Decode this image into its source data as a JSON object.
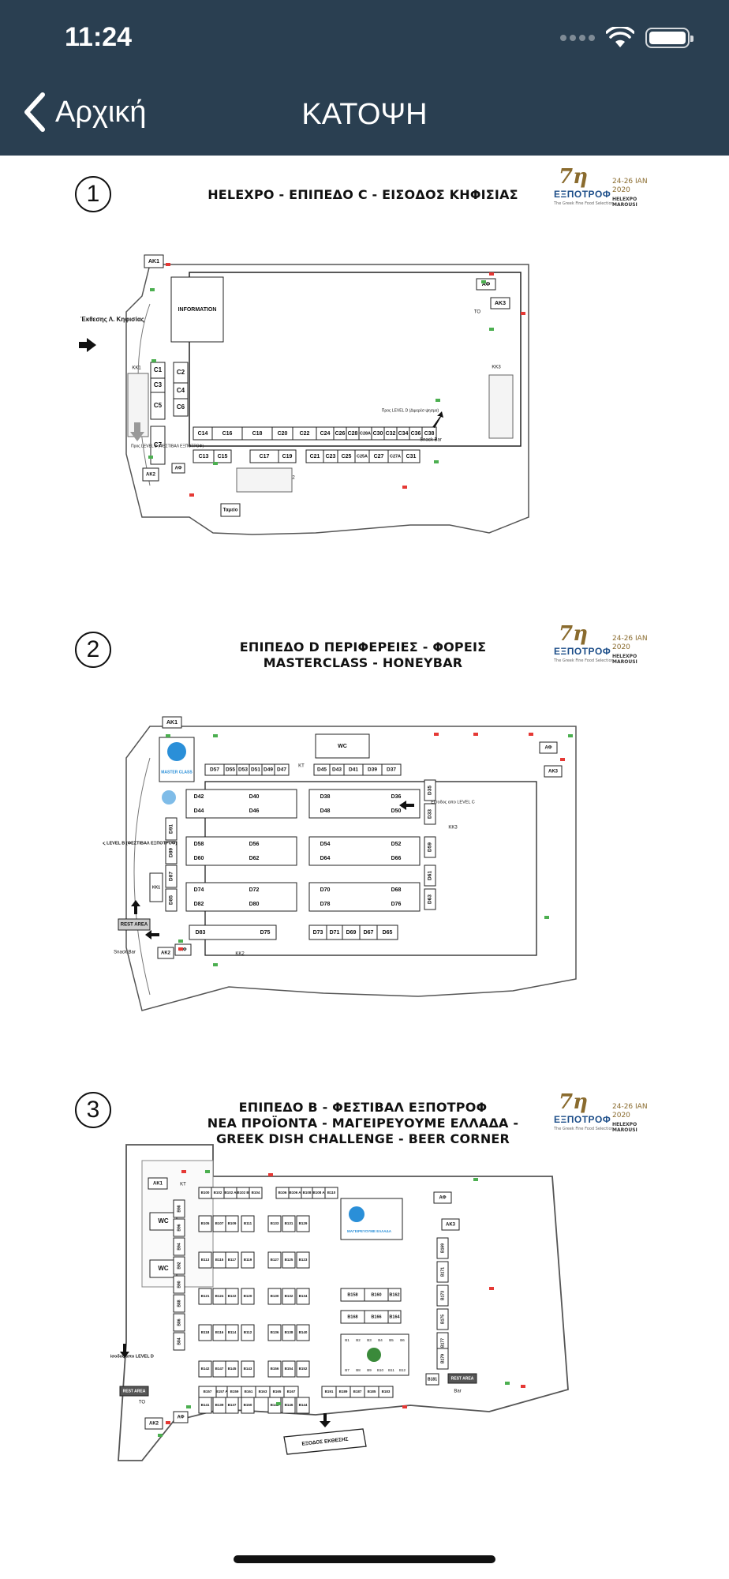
{
  "status": {
    "time": "11:24"
  },
  "nav": {
    "back_label": "Αρχική",
    "title": "ΚΑΤΟΨΗ"
  },
  "logo": {
    "number": "7η",
    "name": "ΕΞΠΟΤΡΟΦ",
    "tagline": "The Greek Fine Food Selection",
    "dates": "24-26 ΙΑΝ 2020",
    "place": "HELEXPO MAROUSI"
  },
  "sections": [
    {
      "number": "1",
      "heading_line1": "HELEXPO - ΕΠΙΠΕΔΟ C - ΕΙΣΟΔΟΣ ΚΗΦΙΣΙΑΣ",
      "heading_line2": "",
      "labels": {
        "entrance": "Είσοδος Έκθεσης Λ. Κηφισίας",
        "information": "INFORMATION",
        "to_level_d": "Προς LEVEL D (Διμερέσ ψησμα)",
        "snack_bar": "Snack Bar",
        "to_level_b": "Προς LEVEL B (ΦΕΣΤΙΒΑΛ ΕΞΠΟΤΡΟΦ)",
        "tameio": "Ταμείο",
        "ak1": "AK1",
        "ak2": "AK2",
        "ak3": "AK3",
        "kk1": "KK1",
        "kk2": "KK2",
        "kk3": "KK3",
        "af": "ΑΦ",
        "to": "ΤΟ"
      },
      "booths_left": [
        "C1",
        "C2",
        "C3",
        "C4",
        "C5",
        "C6",
        "C7"
      ],
      "booths_row1": [
        "C14",
        "C16",
        "C18",
        "C20",
        "C22",
        "C24",
        "C26",
        "C28",
        "C28A",
        "C30",
        "C32",
        "C34",
        "C36",
        "C38"
      ],
      "booths_row2": [
        "C13",
        "C15",
        "C17",
        "C19",
        "C21",
        "C23",
        "C25",
        "C25A",
        "C27",
        "C27A",
        "C31"
      ]
    },
    {
      "number": "2",
      "heading_line1": "ΕΠΙΠΕΔΟ D  ΠΕΡΙΦΕΡΕΙΕΣ - ΦΟΡΕΙΣ",
      "heading_line2": "MASTERCLASS - HONEYBAR",
      "labels": {
        "masterclass": "MASTER CLASS",
        "wc": "WC",
        "entrance_c": "Είσοδος απο LEVEL C",
        "to_level_b": "Προς LEVEL B (ΦΕΣΤΙΒΑΛ ΕΞΠΟΤΡΟΦ)",
        "rest_area": "REST AREA",
        "snack_bar": "Snack Bar",
        "ak1": "AK1",
        "ak2": "AK2",
        "ak3": "AK3",
        "kk1": "KK1",
        "kk2": "KK2",
        "kk3": "KK3",
        "af": "ΑΦ",
        "kt": "KT"
      },
      "booths_top": [
        "D57",
        "D55",
        "D53",
        "D51",
        "D49",
        "D47",
        "D45",
        "D43",
        "D41",
        "D39",
        "D37"
      ],
      "booths_grid": [
        "D42",
        "D40",
        "D38",
        "D36",
        "D44",
        "D46",
        "D48",
        "D50",
        "D58",
        "D56",
        "D54",
        "D52",
        "D60",
        "D62",
        "D64",
        "D66",
        "D74",
        "D72",
        "D70",
        "D68",
        "D82",
        "D80",
        "D78",
        "D76"
      ],
      "booths_left": [
        "D91",
        "D89",
        "D87",
        "D85"
      ],
      "booths_right": [
        "D35",
        "D33",
        "D59",
        "D61",
        "D63"
      ],
      "booths_bottom": [
        "D83",
        "D75",
        "D73",
        "D71",
        "D69",
        "D67",
        "D65"
      ]
    },
    {
      "number": "3",
      "heading_line1": "ΕΠΙΠΕΔΟ B - ΦΕΣΤΙΒΑΛ ΕΞΠΟΤΡΟΦ",
      "heading_line2": "ΝΕΑ ΠΡΟΪΟΝΤΑ - ΜΑΓΕΙΡΕΥΟΥΜΕ ΕΛΛΑΔΑ -",
      "heading_line3": "GREEK DISH CHALLENGE - BEER CORNER",
      "labels": {
        "wc1": "WC",
        "wc2": "WC",
        "mageirevoume": "ΜΑΓΕΙΡΕΥΟΥΜΕ ΕΛΛΑΔΑ",
        "entrance_d": "Είσοδος απο LEVEL D",
        "rest_area_left": "REST AREA",
        "rest_area_right": "REST AREA",
        "exodos": "ΕΞΟΔΟΣ ΕΚΘΕΣΗΣ",
        "bar": "Bar",
        "ak1": "AK1",
        "ak2": "AK2",
        "ak3": "AK3",
        "af": "ΑΦ",
        "to": "ΤΟ",
        "kt": "KT"
      },
      "booths_top": [
        "B100",
        "B102",
        "B102 A",
        "B102 B",
        "B104",
        "B106",
        "B106 A",
        "B108",
        "B108 A",
        "B110"
      ],
      "booths_left": [
        "B98",
        "B96",
        "B94",
        "B92",
        "B90",
        "B88",
        "B86",
        "B84"
      ],
      "booths_center": [
        "B105",
        "B107",
        "B109",
        "B111",
        "B133",
        "B131",
        "B129",
        "B113",
        "B115",
        "B117",
        "B119",
        "B127",
        "B125",
        "B123",
        "B121",
        "B124",
        "B122",
        "B120",
        "B130",
        "B132",
        "B134",
        "B118",
        "B116",
        "B114",
        "B112",
        "B136",
        "B138",
        "B140",
        "B142",
        "B147",
        "B145",
        "B143",
        "B156",
        "B154",
        "B152",
        "B141",
        "B139",
        "B137",
        "B150",
        "B148",
        "B146",
        "B144"
      ],
      "booths_right": [
        "B158",
        "B160",
        "B162",
        "B168",
        "B166",
        "B164",
        "B169",
        "B171",
        "B173",
        "B175",
        "B177",
        "B179",
        "B181"
      ],
      "booths_bottom": [
        "B157",
        "B157 A",
        "B159",
        "B161",
        "B163",
        "B165",
        "B167",
        "B191",
        "B189",
        "B187",
        "B185",
        "B183"
      ],
      "beer_booths": [
        "B1",
        "B2",
        "B3",
        "B4",
        "B5",
        "B6",
        "B7",
        "B8",
        "B9",
        "B10",
        "B11",
        "B12"
      ]
    }
  ],
  "colors": {
    "topbar": "#2a3f51",
    "accent_gold": "#8a6b2e",
    "accent_blue": "#1d4e89",
    "green_marker": "#4caf50",
    "red_marker": "#e53935"
  }
}
